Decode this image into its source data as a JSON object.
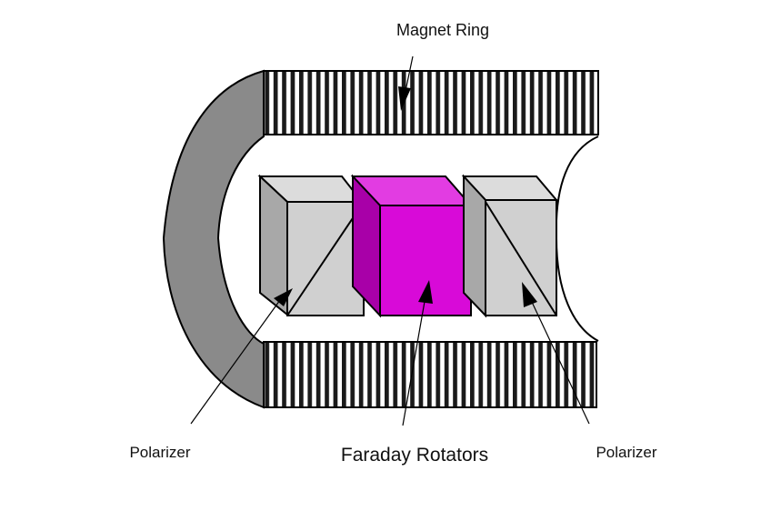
{
  "labels": {
    "magnet_ring": "Magnet Ring",
    "polarizer_left": "Polarizer",
    "faraday_rotators": "Faraday Rotators",
    "polarizer_right": "Polarizer"
  },
  "colors": {
    "outline": "#000000",
    "magnet_stripe_dark": "#1a1a1a",
    "magnet_stripe_light": "#ffffff",
    "magnet_body_side": "#8a8a8a",
    "polarizer_front": "#d0d0d0",
    "polarizer_top": "#dcdcdc",
    "polarizer_side": "#a8a8a8",
    "rotator_front": "#d80ad8",
    "rotator_top": "#e23ce2",
    "rotator_side": "#a800a8"
  }
}
